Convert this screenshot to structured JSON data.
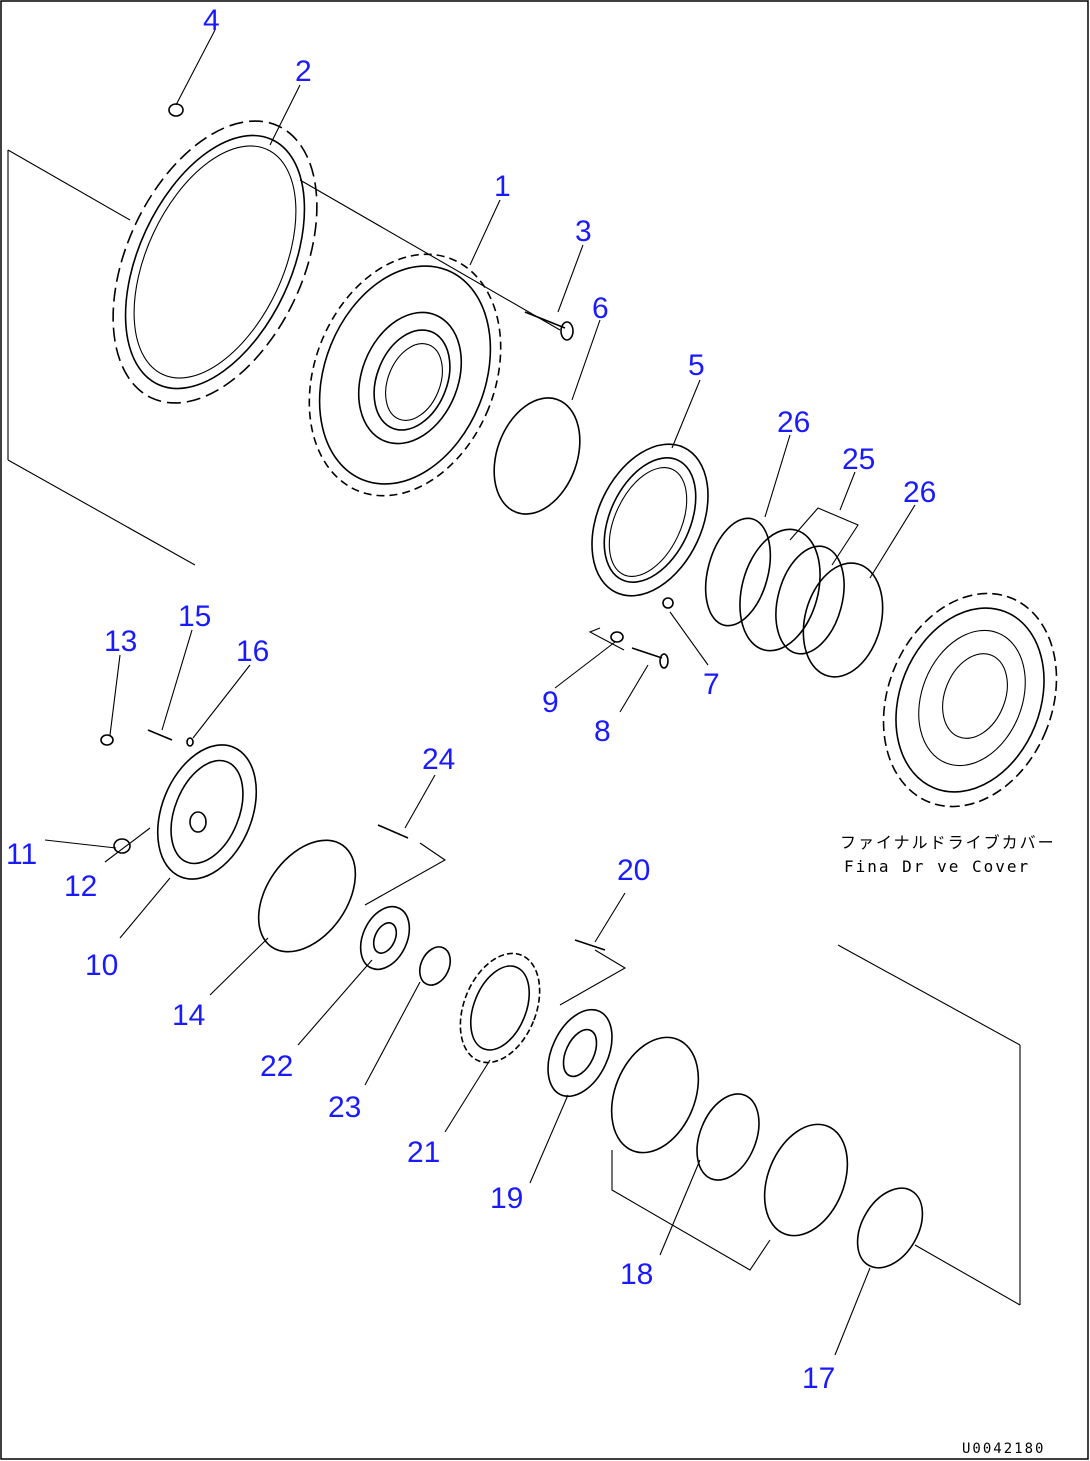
{
  "drawing_code": "U0042180",
  "caption": {
    "jp": "ファイナルドライブカバー",
    "en": "Fina  Dr ve Cover"
  },
  "colors": {
    "label": "#1a1aff",
    "line": "#000000",
    "background": "#ffffff"
  },
  "labels": [
    {
      "id": "1",
      "text": "1"
    },
    {
      "id": "2",
      "text": "2"
    },
    {
      "id": "3",
      "text": "3"
    },
    {
      "id": "4",
      "text": "4"
    },
    {
      "id": "5",
      "text": "5"
    },
    {
      "id": "6",
      "text": "6"
    },
    {
      "id": "7",
      "text": "7"
    },
    {
      "id": "8",
      "text": "8"
    },
    {
      "id": "9",
      "text": "9"
    },
    {
      "id": "10",
      "text": "10"
    },
    {
      "id": "11",
      "text": "11"
    },
    {
      "id": "12",
      "text": "12"
    },
    {
      "id": "13",
      "text": "13"
    },
    {
      "id": "14",
      "text": "14"
    },
    {
      "id": "15",
      "text": "15"
    },
    {
      "id": "16",
      "text": "16"
    },
    {
      "id": "17",
      "text": "17"
    },
    {
      "id": "18",
      "text": "18"
    },
    {
      "id": "19",
      "text": "19"
    },
    {
      "id": "20",
      "text": "20"
    },
    {
      "id": "21",
      "text": "21"
    },
    {
      "id": "22",
      "text": "22"
    },
    {
      "id": "23",
      "text": "23"
    },
    {
      "id": "24",
      "text": "24"
    },
    {
      "id": "25",
      "text": "25"
    },
    {
      "id": "26a",
      "text": "26"
    },
    {
      "id": "26b",
      "text": "26"
    }
  ]
}
